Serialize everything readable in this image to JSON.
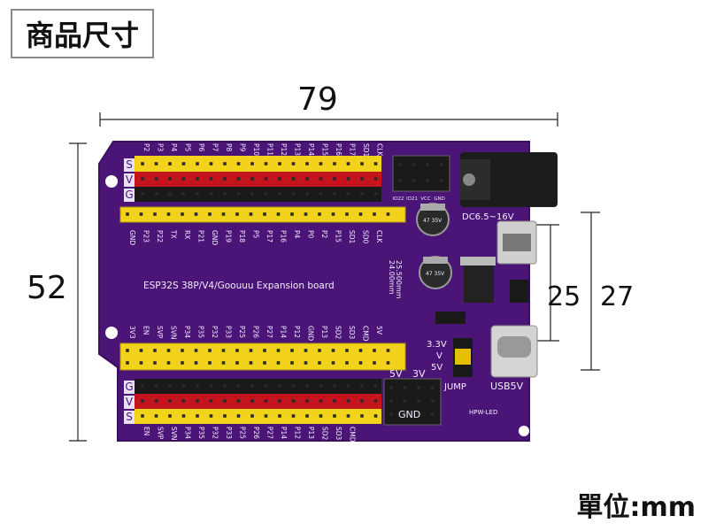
{
  "title": "商品尺寸",
  "unit_label": "單位:mm",
  "dimensions": {
    "width": "79",
    "height": "52",
    "inner_height": "25",
    "outer_height": "27"
  },
  "board": {
    "name": "ESP32S 38P/V4/Goouuu Expansion board",
    "power_jack_label": "DC6.5~16V",
    "usb_label": "USB5V",
    "jump_label": "JUMP",
    "gnd_label": "GND",
    "v5_label": "5V",
    "v33_label": "3V",
    "jumper_33": "3.3V",
    "jumper_v": "V",
    "jumper_5v": "5V",
    "dim_note_1": "25.500mm",
    "dim_note_2": "24.00mm",
    "capacitor_1": "47 35V",
    "capacitor_2": "47 35V",
    "hpw_label": "HPW-LED",
    "svg_top": [
      "S",
      "V",
      "G"
    ],
    "gvs_bottom": [
      "G",
      "V",
      "S"
    ],
    "i2c_labels": [
      "IO22",
      "IO21",
      "VCC",
      "GND"
    ],
    "top_pins": [
      "P2",
      "P3",
      "P4",
      "P5",
      "P6",
      "P7",
      "P8",
      "P9",
      "P10",
      "P11",
      "P12",
      "P13",
      "P14",
      "P15",
      "P16",
      "P17",
      "SD1",
      "CLK"
    ],
    "top_inner_pins": [
      "GND",
      "P23",
      "P22",
      "TX",
      "RX",
      "P21",
      "GND",
      "P19",
      "P18",
      "P5",
      "P17",
      "P16",
      "P4",
      "P0",
      "P2",
      "P15",
      "SD1",
      "SD0",
      "CLK"
    ],
    "bottom_inner_pins": [
      "3V3",
      "EN",
      "SVP",
      "SVN",
      "P34",
      "P35",
      "P32",
      "P33",
      "P25",
      "P26",
      "P27",
      "P14",
      "P12",
      "GND",
      "P13",
      "SD2",
      "SD3",
      "CMD",
      "5V"
    ],
    "bottom_pins": [
      "EN",
      "SVP",
      "SVN",
      "P34",
      "P35",
      "P32",
      "P33",
      "P25",
      "P26",
      "P27",
      "P14",
      "P12",
      "P13",
      "SD2",
      "SD3",
      "CMD"
    ]
  },
  "colors": {
    "pcb": "#4b1577",
    "header_yellow": "#f2d21b",
    "header_red": "#c4141c",
    "header_black": "#1a1a1a",
    "silver": "#c9c9c9"
  }
}
